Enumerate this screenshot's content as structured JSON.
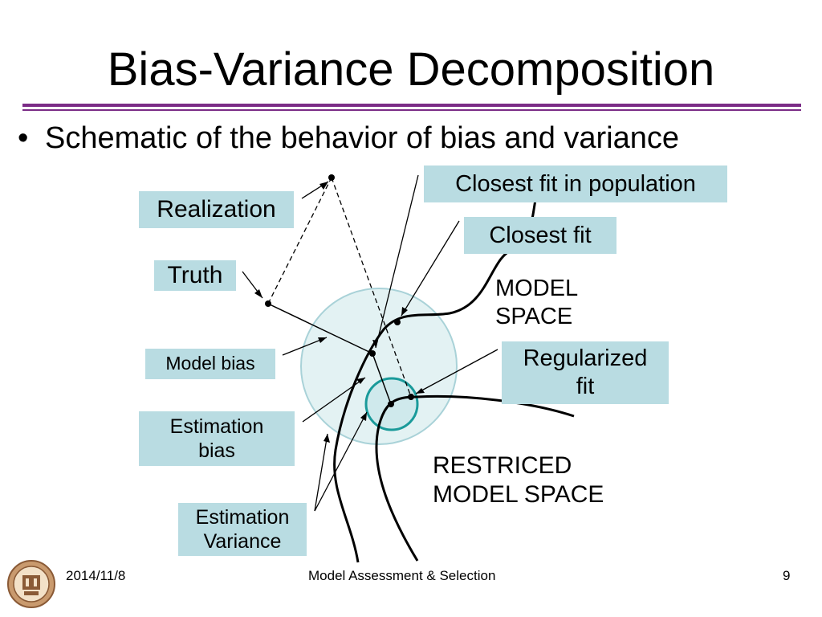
{
  "slide": {
    "title": "Bias-Variance Decomposition",
    "bullet_symbol": "•",
    "bullet": "Schematic of the behavior of bias and variance"
  },
  "labels": {
    "realization": "Realization",
    "truth": "Truth",
    "model_bias": "Model bias",
    "estimation_bias": "Estimation bias",
    "estimation_variance": "Estimation Variance",
    "closest_fit_population": "Closest fit in population",
    "closest_fit": "Closest fit",
    "model_space": "MODEL SPACE",
    "regularized_fit": "Regularized fit",
    "restricted_model_space": "RESTRICED MODEL SPACE"
  },
  "footer": {
    "date": "2014/11/8",
    "center": "Model Assessment & Selection",
    "page": "9"
  },
  "colors": {
    "accent_rule": "#7b2c86",
    "label_box": "#b9dce2",
    "big_circle_fill": "#e3f2f3",
    "big_circle_stroke": "#a9d2d8",
    "small_circle_stroke": "#1a9a9a"
  }
}
